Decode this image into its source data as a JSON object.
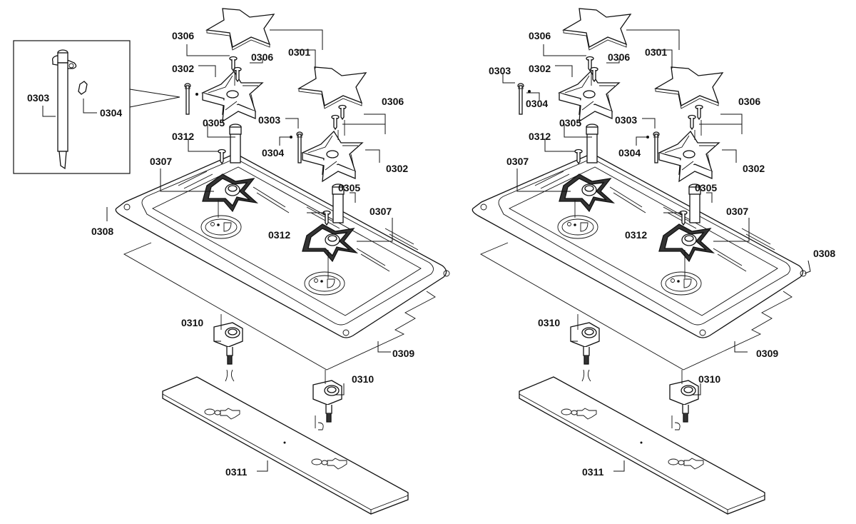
{
  "diagram": {
    "type": "exploded-parts-diagram",
    "panels": [
      {
        "name": "left-assembly",
        "labels": [
          "0301",
          "0302",
          "0302",
          "0303",
          "0303",
          "0304",
          "0304",
          "0305",
          "0305",
          "0306",
          "0306",
          "0306",
          "0307",
          "0307",
          "0308",
          "0309",
          "0310",
          "0310",
          "0311",
          "0312",
          "0312"
        ],
        "inset_labels": [
          "0303",
          "0304"
        ]
      },
      {
        "name": "right-assembly",
        "labels": [
          "0301",
          "0302",
          "0302",
          "0303",
          "0303",
          "0304",
          "0304",
          "0305",
          "0305",
          "0306",
          "0306",
          "0306",
          "0307",
          "0307",
          "0308",
          "0309",
          "0310",
          "0310",
          "0311",
          "0312",
          "0312"
        ]
      }
    ],
    "parts": [
      {
        "id": "0301",
        "description": "burner cap (star)"
      },
      {
        "id": "0302",
        "description": "burner crown (star)"
      },
      {
        "id": "0303",
        "description": "ignition electrode"
      },
      {
        "id": "0304",
        "description": "screw"
      },
      {
        "id": "0305",
        "description": "gas tube"
      },
      {
        "id": "0306",
        "description": "screw"
      },
      {
        "id": "0307",
        "description": "burner base"
      },
      {
        "id": "0308",
        "description": "hob tray"
      },
      {
        "id": "0309",
        "description": "seal / gasket"
      },
      {
        "id": "0310",
        "description": "gas valve"
      },
      {
        "id": "0311",
        "description": "control panel strip"
      },
      {
        "id": "0312",
        "description": "screw"
      }
    ]
  }
}
